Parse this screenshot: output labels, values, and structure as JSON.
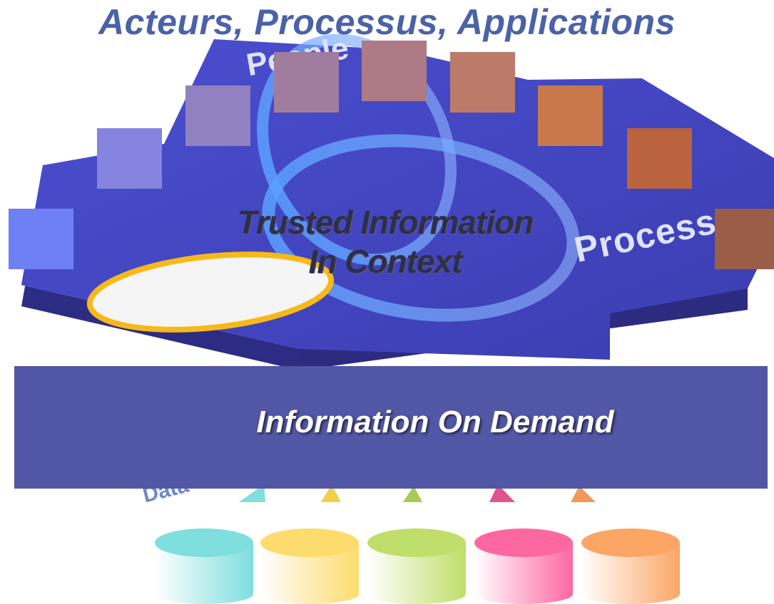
{
  "title": "Acteurs, Processus, Applications",
  "center_text": [
    "Trusted Information",
    "In Context"
  ],
  "labels": {
    "people": "People",
    "process": "Process",
    "data": "Data"
  },
  "banner": {
    "text": "Information On Demand",
    "color": "#5157a4"
  },
  "colors": {
    "platform": "#4446be",
    "platform_dark": "#2f2f8e",
    "title": "#4a62a8",
    "ellipse_border": "#f7b91a",
    "squares": [
      "#6f80f5",
      "#8584df",
      "#9181c0",
      "#a07c9e",
      "#ae7a86",
      "#bc7b69",
      "#c8784a",
      "#b9643e",
      "#9a5d48"
    ],
    "cylinders": [
      "#7fdede",
      "#fddc6d",
      "#bfdf6a",
      "#fd67a2",
      "#fba665"
    ]
  },
  "icons": [
    "people-process-rings",
    "database-cylinder"
  ]
}
